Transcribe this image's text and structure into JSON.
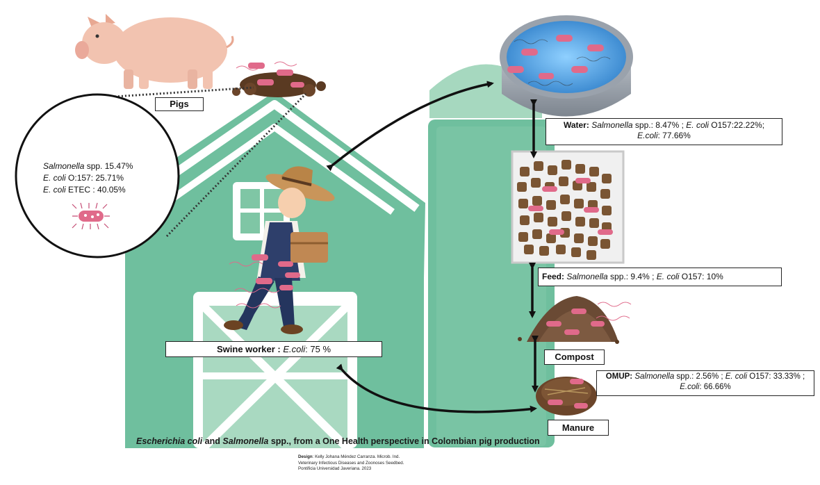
{
  "labels": {
    "pigs": "Pigs",
    "compost": "Compost",
    "manure": "Manure"
  },
  "circle": {
    "line1_organism": "Salmonella",
    "line1_rest": " spp. 15.47%",
    "line2_organism": "E. coli",
    "line2_rest": " O:157: 25.71%",
    "line3_organism": "E. coli",
    "line3_rest": " ETEC : 40.05%"
  },
  "water": {
    "prefix": "Water: ",
    "org1": "Salmonella",
    "txt1": " spp.: 8.47% ; ",
    "org2": "E. coli",
    "txt2": " O157:22.22%;",
    "org3": "E.coli",
    "txt3": ": 77.66%"
  },
  "feed": {
    "prefix": "Feed: ",
    "org1": "Salmonella",
    "txt1": " spp.: 9.4% ; ",
    "org2": "E. coli",
    "txt2": " O157:  10%"
  },
  "worker": {
    "prefix": "Swine worker : ",
    "org": "E.coli",
    "txt": ": 75 %"
  },
  "omup": {
    "prefix": "OMUP: ",
    "org1": "Salmonella",
    "txt1": " spp.: 2.56% ; ",
    "org2": "E. coli",
    "txt2": " O157: 33.33% ;",
    "org3": "E.coli",
    "txt3": ":  66.66%"
  },
  "caption": {
    "org1": "Escherichia coli",
    "and": " and ",
    "org2": "Salmonella",
    "rest": " spp., from a One Health perspective in Colombian pig production"
  },
  "credits": {
    "design_label": "Design",
    "design_text": ": Kelly Johana Méndez Carranza. Microb. Ind.",
    "line2": "Veterinary Infectious Diseases and Zoonoses Seedbed.",
    "line3": "Pontificia Universidad Javeriana. 2023"
  },
  "colors": {
    "barn": "#6fbf9e",
    "barn_light": "#a9d9c1",
    "barn_white": "#ffffff",
    "silo_dome": "#a6d8bf",
    "bacteria": "#e06a8a",
    "feed_pellet": "#7a5533",
    "water": "#4a9bd6",
    "pig": "#f2c3b0"
  },
  "icons": [
    "pig-icon",
    "farmer-icon",
    "water-tank-icon",
    "feed-tray-icon",
    "compost-pile-icon",
    "manure-pile-icon",
    "bacterium-icon"
  ]
}
